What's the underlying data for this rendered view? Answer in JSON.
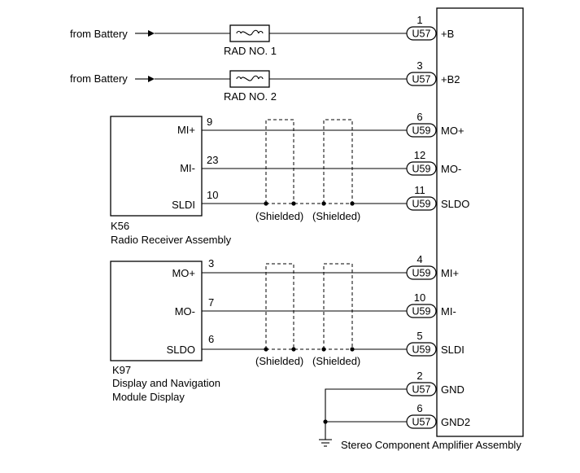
{
  "amplifier": {
    "name": "Stereo Component Amplifier Assembly",
    "pins": [
      {
        "num": "1",
        "conn": "U57",
        "label": "+B"
      },
      {
        "num": "3",
        "conn": "U57",
        "label": "+B2"
      },
      {
        "num": "6",
        "conn": "U59",
        "label": "MO+"
      },
      {
        "num": "12",
        "conn": "U59",
        "label": "MO-"
      },
      {
        "num": "11",
        "conn": "U59",
        "label": "SLDO"
      },
      {
        "num": "4",
        "conn": "U59",
        "label": "MI+"
      },
      {
        "num": "10",
        "conn": "U59",
        "label": "MI-"
      },
      {
        "num": "5",
        "conn": "U59",
        "label": "SLDI"
      },
      {
        "num": "2",
        "conn": "U57",
        "label": "GND"
      },
      {
        "num": "6",
        "conn": "U57",
        "label": "GND2"
      }
    ]
  },
  "battery_feeds": [
    {
      "source": "from Battery",
      "fuse": "RAD NO. 1"
    },
    {
      "source": "from Battery",
      "fuse": "RAD NO. 2"
    }
  ],
  "radio": {
    "code": "K56",
    "name": "Radio Receiver Assembly",
    "pins": [
      {
        "label": "MI+",
        "num": "9"
      },
      {
        "label": "MI-",
        "num": "23"
      },
      {
        "label": "SLDI",
        "num": "10"
      }
    ],
    "shield_labels": [
      "(Shielded)",
      "(Shielded)"
    ]
  },
  "display": {
    "code": "K97",
    "name_lines": [
      "Display and Navigation",
      "Module Display"
    ],
    "pins": [
      {
        "label": "MO+",
        "num": "3"
      },
      {
        "label": "MO-",
        "num": "7"
      },
      {
        "label": "SLDO",
        "num": "6"
      }
    ],
    "shield_labels": [
      "(Shielded)",
      "(Shielded)"
    ]
  }
}
